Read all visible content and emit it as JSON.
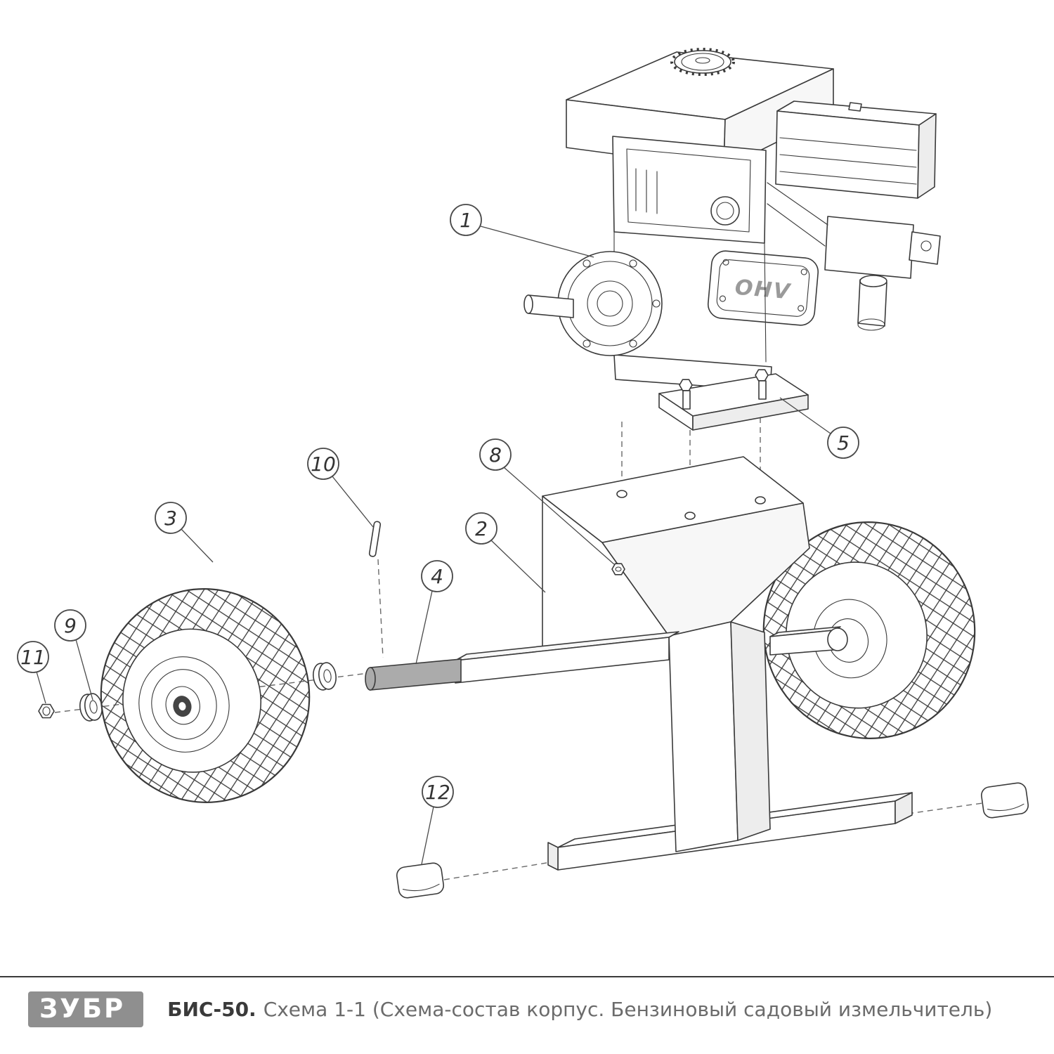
{
  "colors": {
    "line": "#3a3a3a",
    "axle_fill": "#ababab",
    "logo_bg": "#8f8f8f"
  },
  "engine": {
    "ohv_label": "OHV"
  },
  "diagram": {
    "callouts": [
      {
        "label": "1"
      },
      {
        "label": "2"
      },
      {
        "label": "3"
      },
      {
        "label": "4"
      },
      {
        "label": "5"
      },
      {
        "label": "8"
      },
      {
        "label": "9"
      },
      {
        "label": "10"
      },
      {
        "label": "11"
      },
      {
        "label": "12"
      }
    ]
  },
  "footer": {
    "logo_text": "ЗУБР",
    "model": "БИС-50.",
    "subtitle": "Схема 1-1 (Схема-состав корпус. Бензиновый садовый измельчитель)"
  }
}
